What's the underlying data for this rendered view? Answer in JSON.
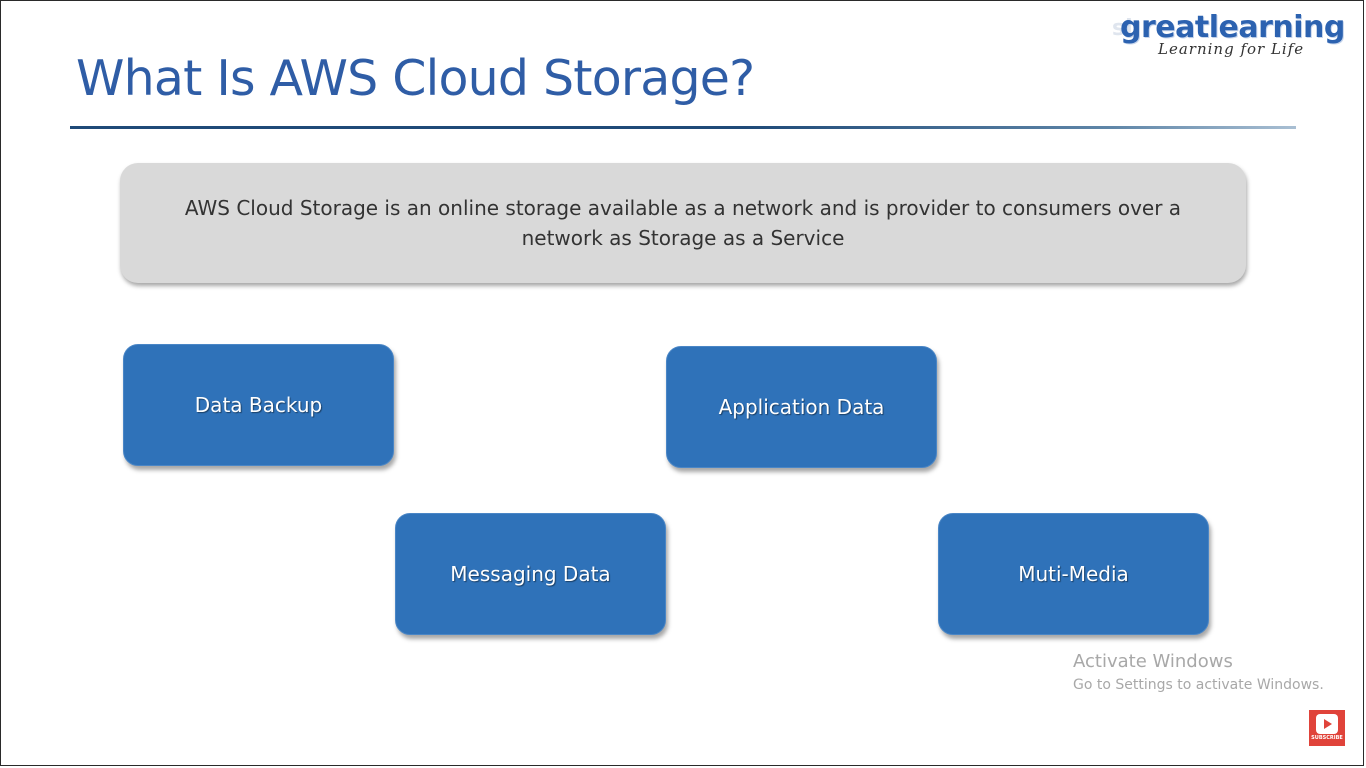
{
  "slide": {
    "title": "What Is AWS Cloud Storage?",
    "definition": "AWS Cloud Storage is an online storage available as a network and is provider to consumers over a network as Storage as a Service"
  },
  "logo": {
    "brand": "greatlearning",
    "ghost": "sl",
    "tagline": "Learning for Life",
    "color": "#2c62b0"
  },
  "cards": [
    {
      "label": "Data Backup"
    },
    {
      "label": "Application Data"
    },
    {
      "label": "Messaging Data"
    },
    {
      "label": "Muti-Media"
    }
  ],
  "colors": {
    "title": "#2f5da6",
    "card_fill": "#2f72b9",
    "definition_box": "#d9d9d9",
    "rule": "#1f4a78"
  },
  "watermark": {
    "title": "Activate Windows",
    "subtitle": "Go to Settings to activate Windows."
  },
  "subscribe": {
    "label": "SUBSCRIBE",
    "icon": "play-icon",
    "color": "#e0433a"
  }
}
